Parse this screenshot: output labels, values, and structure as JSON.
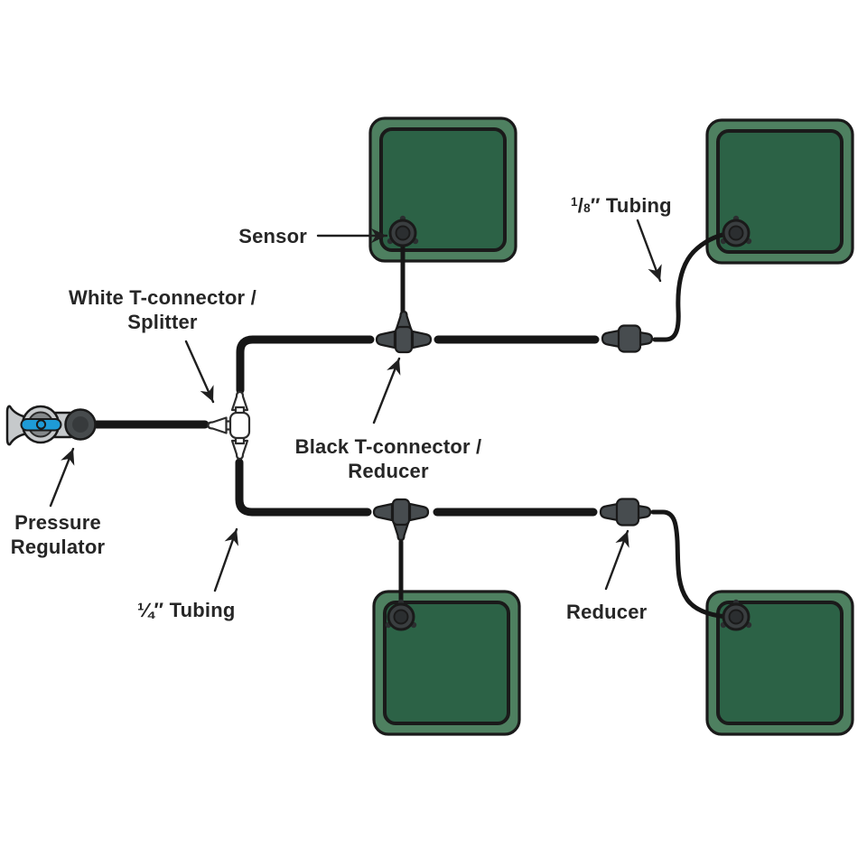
{
  "labels": {
    "pressure_regulator": {
      "line1": "Pressure",
      "line2": "Regulator"
    },
    "white_t": {
      "line1": "White T-connector /",
      "line2": "Splitter"
    },
    "black_t": {
      "line1": "Black T-connector /",
      "line2": "Reducer"
    },
    "sensor": "Sensor",
    "quarter_tubing": "¼″ Tubing",
    "eighth_tubing": {
      "sup": "1",
      "slash": "/",
      "sub": "8",
      "rest": "″ Tubing"
    },
    "reducer": "Reducer"
  },
  "colors": {
    "background": "#ffffff",
    "pot_outer_green": "#4e8060",
    "pot_inner_green": "#2c6246",
    "outline_black": "#1a1a1a",
    "tube_black": "#161616",
    "connector_dark_gray": "#474c4f",
    "connector_white": "#ffffff",
    "sensor_gray": "#3a3e40",
    "sensor_inner": "#2b2e30",
    "regulator_light_gray": "#c6c9cb",
    "regulator_mid_gray": "#85898b",
    "regulator_dark_gray": "#474b4d",
    "handle_blue": "#1e9bd7",
    "text": "#262626"
  }
}
